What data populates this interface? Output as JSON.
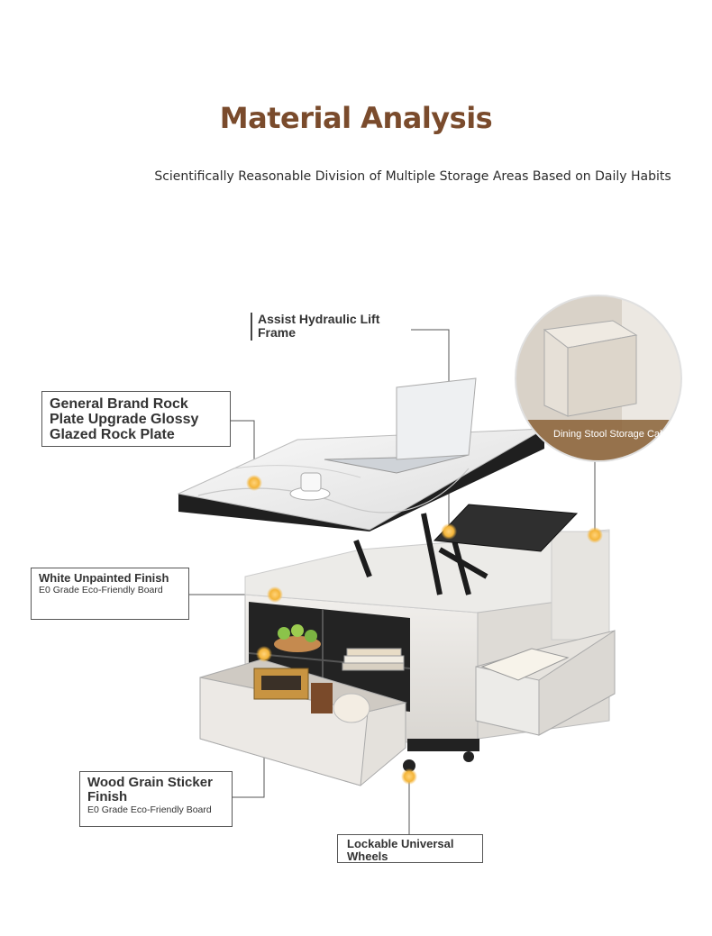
{
  "header": {
    "title": "Material Analysis",
    "subtitle": "Scientifically Reasonable Division of Multiple Storage Areas Based on Daily Habits"
  },
  "callouts": {
    "hydraulic": {
      "main": "Assist Hydraulic Lift Frame"
    },
    "rock_plate": {
      "main": "General Brand Rock Plate Upgrade Glossy Glazed Rock Plate"
    },
    "white_finish": {
      "main": "White Unpainted Finish",
      "sub": "E0 Grade Eco-Friendly Board"
    },
    "wood_grain": {
      "main": "Wood Grain Sticker Finish",
      "sub": "E0 Grade Eco-Friendly Board"
    },
    "wheels": {
      "main": "Lockable Universal Wheels"
    },
    "stool": {
      "main": "Dining Stool Storage Cabinet"
    }
  },
  "colors": {
    "title": "#7a4b2c",
    "marker": "#f4b53a",
    "cabinet": "#e9e6e1",
    "frame": "#2a2a2a"
  }
}
